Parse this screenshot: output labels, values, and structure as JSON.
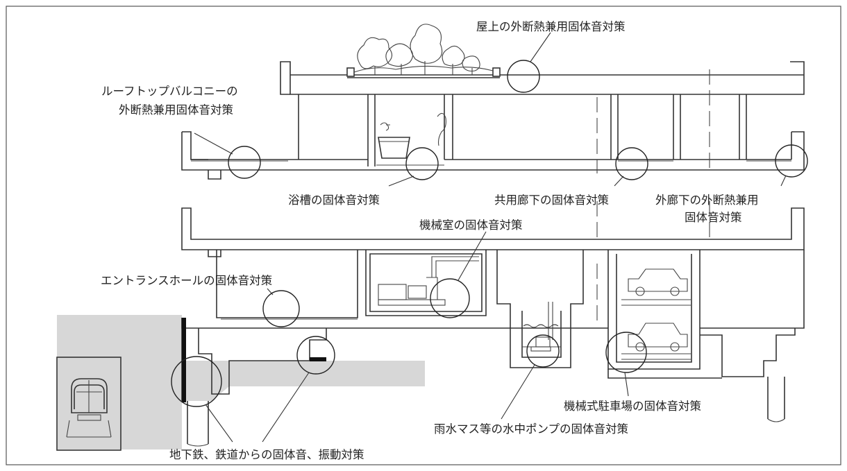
{
  "labels": {
    "roof_insulation": "屋上の外断熱兼用固体音対策",
    "roof_balcony_line1": "ルーフトップバルコニーの",
    "roof_balcony_line2": "外断熱兼用固体音対策",
    "bathtub": "浴槽の固体音対策",
    "common_corridor": "共用廊下の固体音対策",
    "outer_corridor_line1": "外廊下の外断熱兼用",
    "outer_corridor_line2": "固体音対策",
    "machine_room": "機械室の固体音対策",
    "entrance_hall": "エントランスホールの固体音対策",
    "mechanical_parking": "機械式駐車場の固体音対策",
    "sump_pump": "雨水マス等の水中ポンプの固体音対策",
    "subway": "地下鉄、鉄道からの固体音、振動対策"
  }
}
